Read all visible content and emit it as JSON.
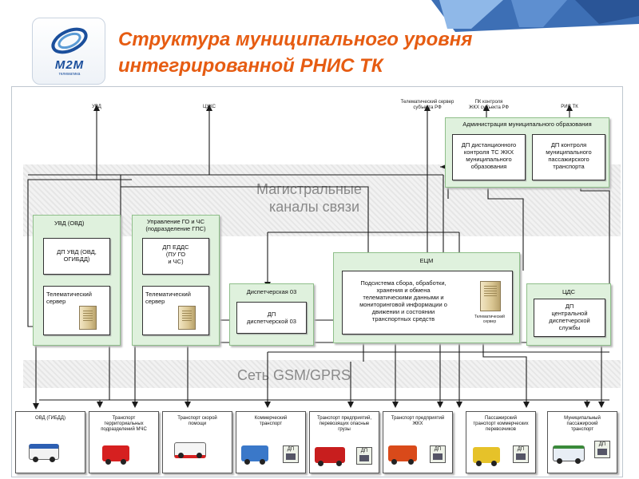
{
  "header": {
    "logo_text": "M2M",
    "logo_sub": "телематика",
    "title_line1": "Структура муниципального уровня",
    "title_line2": "интегрированной РНИС ТК"
  },
  "colors": {
    "title": "#e65c12",
    "green_box": "#dff1dd",
    "wire": "#1a1a1a",
    "logo_blue": "#1b4f9c"
  },
  "bands": {
    "trunk": [
      "Магистральные",
      "каналы связи"
    ],
    "gsm": "Сеть GSM/GPRS"
  },
  "external": {
    "uvd": "УВД",
    "cuks": "ЦУКС",
    "telematic_server_region": [
      "Телематический сервер",
      "субъекта РФ"
    ],
    "pk_control": [
      "ПК контроля",
      "ЖКХ субъекта РФ"
    ],
    "rnis_tk": "РИС ТК"
  },
  "admin": {
    "title": "Администрация муниципального образования",
    "dp_housing": [
      "ДП дистанционного",
      "контроля ТС ЖКХ",
      "муниципального",
      "образования"
    ],
    "dp_passenger": [
      "ДП контроля",
      "муниципального",
      "пассажирского",
      "транспорта"
    ]
  },
  "uvd": {
    "title": "УВД (ОВД)",
    "dp": [
      "ДП УВД (ОВД,",
      "ОГИБДД)"
    ],
    "server": [
      "Телематический",
      "сервер"
    ]
  },
  "go": {
    "title": [
      "Управление ГО и ЧС",
      "(подразделение ГПС)"
    ],
    "dp": [
      "ДП ЕДДС",
      "(ПУ ГО",
      "и ЧС)"
    ],
    "server": [
      "Телематический",
      "сервер"
    ]
  },
  "dispatch03": {
    "title": "Диспетчерская 03",
    "dp": [
      "ДП",
      "диспетчерской 03"
    ]
  },
  "ecm": {
    "title": "ЕЦМ",
    "subsystem": [
      "Подсистема сбора, обработки,",
      "хранения и обмена",
      "телематическими данными и",
      "мониторинговой информации о",
      "движении и состоянии",
      "транспортных средств"
    ],
    "server": [
      "Телематический",
      "сервер"
    ]
  },
  "cds": {
    "title": "ЦДС",
    "dp": [
      "ДП",
      "центральной",
      "диспетчерской",
      "службы"
    ]
  },
  "vehicles": [
    {
      "label": [
        "ОВД (ГИБДД)"
      ],
      "dp": ""
    },
    {
      "label": [
        "Транспорт",
        "территориальных",
        "подразделений МЧС"
      ],
      "dp": ""
    },
    {
      "label": [
        "Транспорт скорой",
        "помощи"
      ],
      "dp": ""
    },
    {
      "label": [
        "Коммерческий",
        "транспорт"
      ],
      "dp": "ДП"
    },
    {
      "label": [
        "Транспорт предприятий,",
        "перевозящих опасные",
        "грузы"
      ],
      "dp": "ДП"
    },
    {
      "label": [
        "Транспорт предприятий",
        "ЖКХ"
      ],
      "dp": "ДП"
    },
    {
      "label": [
        "Пассажирский",
        "транспорт коммерческих",
        "перевозчиков"
      ],
      "dp": "ДП"
    },
    {
      "label": [
        "Муниципальный",
        "пассажирский",
        "транспорт"
      ],
      "dp": "ДП"
    }
  ]
}
